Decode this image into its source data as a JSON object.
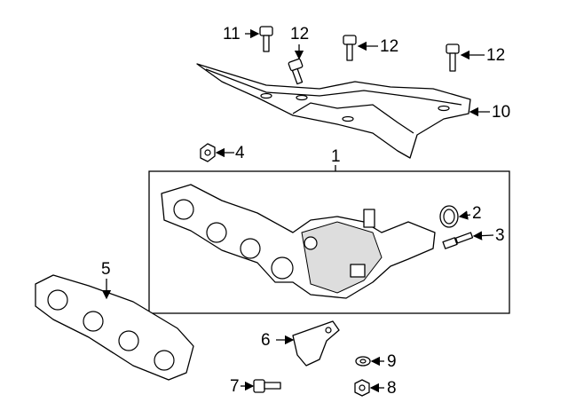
{
  "callouts": [
    {
      "id": "11",
      "part": "bolt"
    },
    {
      "id": "12a",
      "label": "12",
      "part": "bolt"
    },
    {
      "id": "12b",
      "label": "12",
      "part": "bolt"
    },
    {
      "id": "12c",
      "label": "12",
      "part": "bolt"
    },
    {
      "id": "10",
      "part": "heat-shield"
    },
    {
      "id": "4",
      "part": "nut"
    },
    {
      "id": "1",
      "part": "exhaust-manifold-assembly"
    },
    {
      "id": "2",
      "part": "seal-ring"
    },
    {
      "id": "3",
      "part": "oxygen-sensor"
    },
    {
      "id": "5",
      "part": "manifold-gasket"
    },
    {
      "id": "6",
      "part": "support-bracket"
    },
    {
      "id": "9",
      "part": "washer"
    },
    {
      "id": "7",
      "part": "bolt"
    },
    {
      "id": "8",
      "part": "nut"
    }
  ],
  "labels": {
    "c11": "11",
    "c12a": "12",
    "c12b": "12",
    "c12c": "12",
    "c10": "10",
    "c4": "4",
    "c1": "1",
    "c2": "2",
    "c3": "3",
    "c5": "5",
    "c6": "6",
    "c9": "9",
    "c7": "7",
    "c8": "8"
  }
}
